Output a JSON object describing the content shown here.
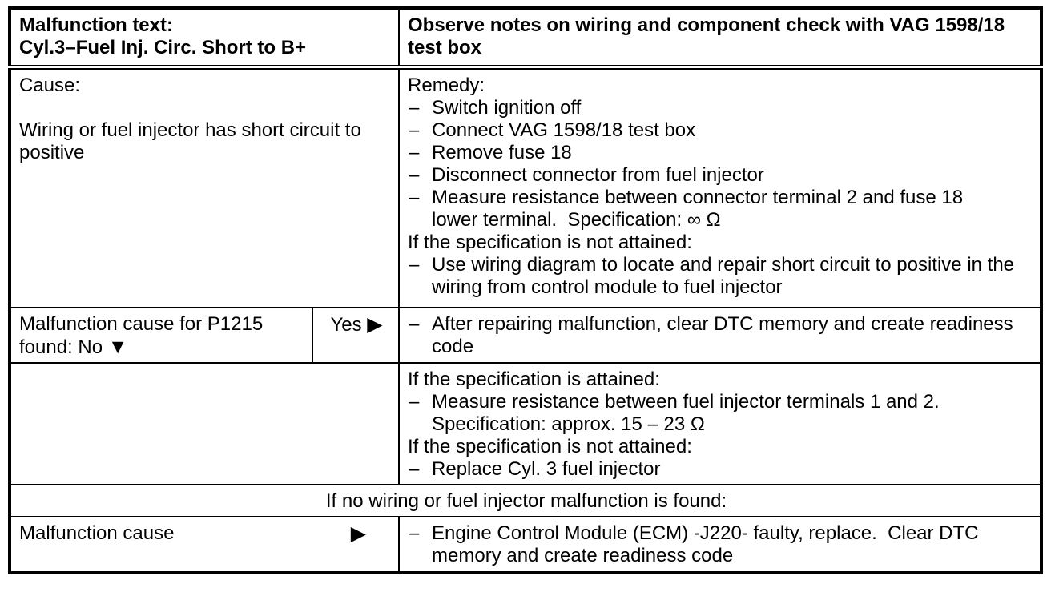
{
  "icons": {
    "down_triangle": "▼",
    "right_triangle": "▶"
  },
  "colors": {
    "ink": "#000000",
    "paper": "#ffffff"
  },
  "table": {
    "header": {
      "malfunction_label": "Malfunction text:",
      "malfunction_code": "Cyl.3–Fuel Inj. Circ. Short to B+",
      "note": "Observe notes on wiring and component check with VAG 1598/18 test box"
    },
    "cause": {
      "label": "Cause:",
      "description": "Wiring or fuel injector has short circuit to positive"
    },
    "remedy": {
      "label": "Remedy:",
      "steps": [
        "Switch ignition off",
        "Connect VAG 1598/18 test box",
        "Remove fuse 18",
        "Disconnect connector from fuel injector",
        "Measure resistance between connector terminal 2 and fuse 18 lower terminal.  Specification: ∞ Ω"
      ],
      "condition_not_attained": "If the specification is not attained:",
      "steps_not_attained": [
        "Use wiring diagram to locate and repair short circuit to positive in the wiring from control module to fuel injector"
      ]
    },
    "decision": {
      "question": "Malfunction cause for P1215 found: No",
      "yes_label": "Yes",
      "yes_action": "After repairing malfunction, clear DTC memory and create readi­ness code"
    },
    "attained": {
      "condition": "If the specification is attained:",
      "steps": [
        "Measure resistance between fuel injector terminals 1 and 2.  Specification: approx. 15 – 23 Ω"
      ],
      "condition_not": "If the specification is not attained:",
      "steps_not": [
        "Replace Cyl. 3 fuel injector"
      ]
    },
    "no_malfunction_note": "If no wiring or fuel injector malfunction is found:",
    "final": {
      "label": "Malfunction cause",
      "action": "Engine Control Module (ECM) -J220- faulty, replace.  Clear DTC memory and create readiness code"
    }
  }
}
